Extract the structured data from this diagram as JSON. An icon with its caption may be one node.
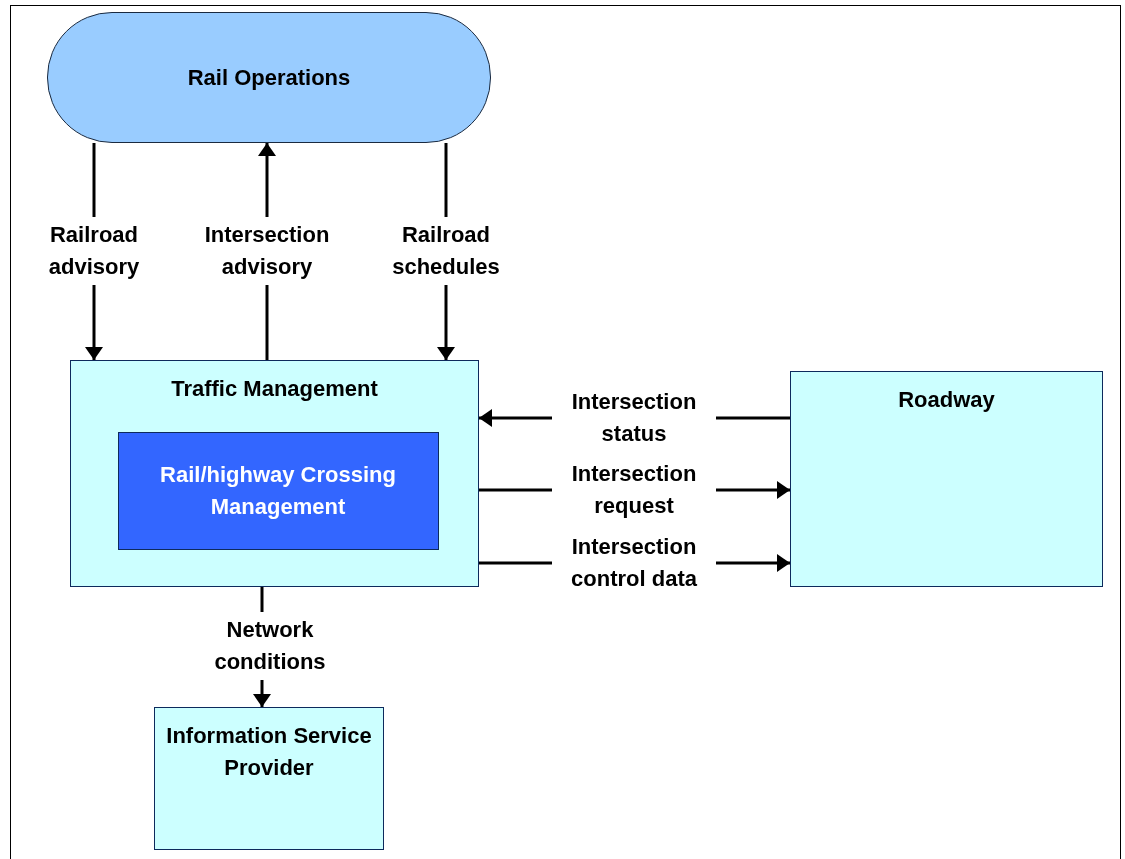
{
  "diagram": {
    "nodes": [
      {
        "text": [
          "Rail Operations"
        ]
      },
      {
        "text": [
          "Traffic Management"
        ]
      },
      {
        "text": [
          "Rail/highway Crossing Management"
        ],
        "in": 1
      },
      {
        "text": [
          "Roadway"
        ]
      },
      {
        "text": [
          "Information Service Provider"
        ]
      }
    ],
    "edges": [
      {
        "from": 0,
        "to": 1,
        "arrow": "to",
        "label": "Railroad advisory"
      },
      {
        "from": 1,
        "to": 0,
        "arrow": "to",
        "label": "Intersection advisory"
      },
      {
        "from": 0,
        "to": 1,
        "arrow": "to",
        "label": "Railroad schedules"
      },
      {
        "from": 3,
        "to": 1,
        "arrow": "to",
        "label": "Intersection status"
      },
      {
        "from": 1,
        "to": 3,
        "arrow": "to",
        "label": "Intersection request"
      },
      {
        "from": 1,
        "to": 3,
        "arrow": "to",
        "label": "Intersection control data"
      },
      {
        "from": 1,
        "to": 4,
        "arrow": "to",
        "label": "Network conditions"
      }
    ]
  }
}
